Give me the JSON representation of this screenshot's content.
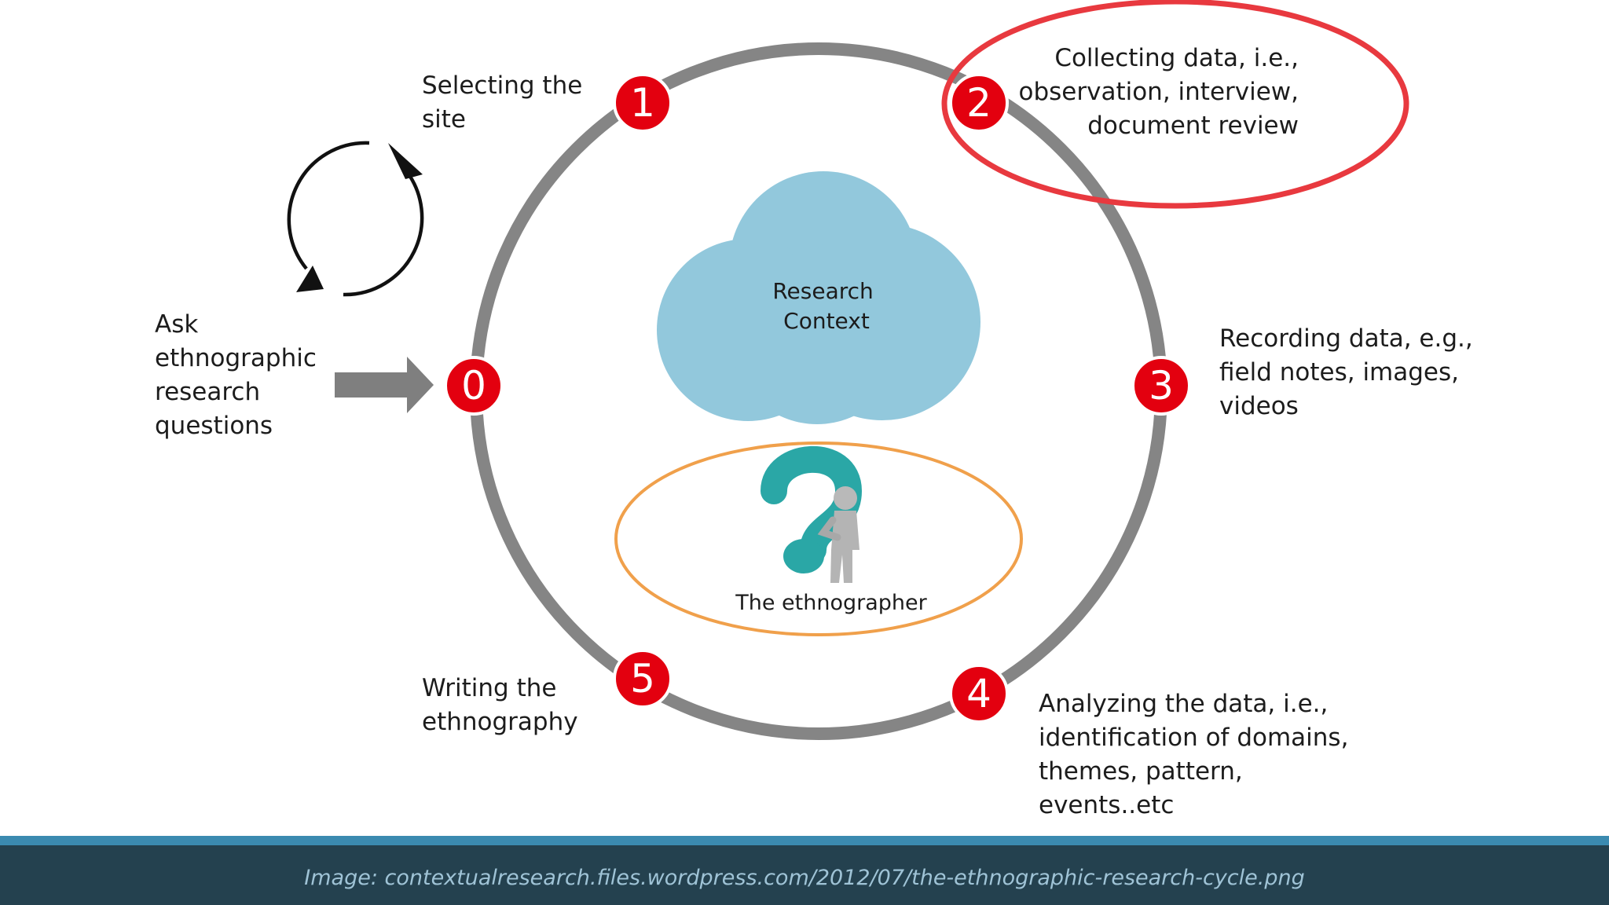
{
  "center": {
    "cloud_label": [
      "Research",
      "Context"
    ],
    "ethnographer_label": "The ethnographer"
  },
  "steps": [
    {
      "number": "0",
      "label": [
        "Ask",
        "ethnographic",
        "research",
        "questions"
      ]
    },
    {
      "number": "1",
      "label": [
        "Selecting the",
        "site"
      ]
    },
    {
      "number": "2",
      "label": [
        "Collecting data, i.e.,",
        "observation, interview,",
        "document review"
      ]
    },
    {
      "number": "3",
      "label": [
        "Recording data, e.g.,",
        "field notes,  images,",
        "videos"
      ]
    },
    {
      "number": "4",
      "label": [
        "Analyzing the data, i.e.,",
        "identification of domains,",
        "themes, pattern,",
        "events..etc"
      ]
    },
    {
      "number": "5",
      "label": [
        "Writing the",
        "ethnography"
      ]
    }
  ],
  "highlight": {
    "step": "2",
    "color": "#e8393f"
  },
  "colors": {
    "ring": "#858585",
    "badge": "#e3000f",
    "cloud": "#92c8dc",
    "ethnographer_ellipse": "#f0a04b",
    "question_mark": "#2aa7a6",
    "arrow": "#7f7f7f",
    "footer": "#24414f",
    "footer_band": "#3b8ab0"
  },
  "icons": [
    "cycle-arrows-icon",
    "input-arrow-icon",
    "question-mark-person-icon"
  ],
  "footer": {
    "caption": "Image: contextualresearch.files.wordpress.com/2012/07/the-ethnographic-research-cycle.png"
  }
}
